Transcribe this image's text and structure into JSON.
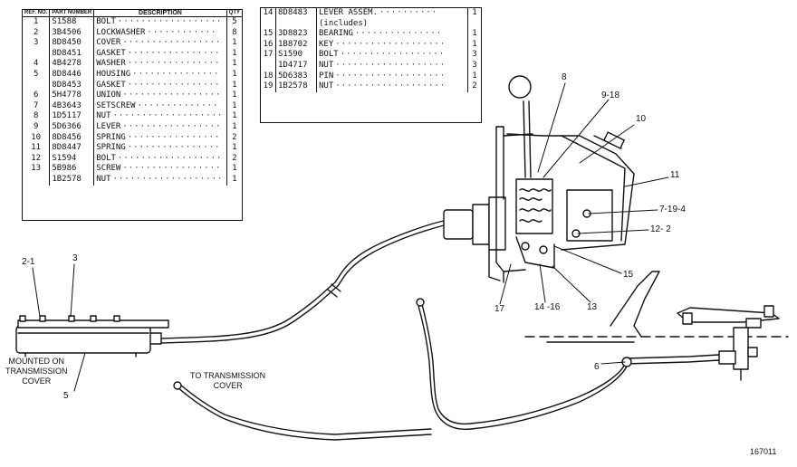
{
  "left_table": {
    "headers": [
      "REF. NO.",
      "PART NUMBER",
      "DESCRIPTION",
      "QTY"
    ],
    "rows": [
      {
        "ref": "1",
        "part": "S1588",
        "desc": "BOLT",
        "qty": "5"
      },
      {
        "ref": "2",
        "part": "3B4506",
        "desc": "LOCKWASHER",
        "qty": "8"
      },
      {
        "ref": "3",
        "part": "8D8450",
        "desc": "COVER",
        "qty": "1"
      },
      {
        "ref": "",
        "part": "8D8451",
        "desc": "GASKET",
        "qty": "1"
      },
      {
        "ref": "4",
        "part": "4B4278",
        "desc": "WASHER",
        "qty": "1"
      },
      {
        "ref": "5",
        "part": "8D8446",
        "desc": "HOUSING",
        "qty": "1"
      },
      {
        "ref": "",
        "part": "8D8453",
        "desc": "GASKET",
        "qty": "1"
      },
      {
        "ref": "6",
        "part": "5H4778",
        "desc": "UNION",
        "qty": "1"
      },
      {
        "ref": "7",
        "part": "4B3643",
        "desc": "SETSCREW",
        "qty": "1"
      },
      {
        "ref": "8",
        "part": "1D5117",
        "desc": "NUT",
        "qty": "1"
      },
      {
        "ref": "9",
        "part": "5D6366",
        "desc": "LEVER",
        "qty": "1"
      },
      {
        "ref": "10",
        "part": "8D8456",
        "desc": "SPRING",
        "qty": "2"
      },
      {
        "ref": "11",
        "part": "8D8447",
        "desc": "SPRING",
        "qty": "1"
      },
      {
        "ref": "12",
        "part": "S1594",
        "desc": "BOLT",
        "qty": "2"
      },
      {
        "ref": "13",
        "part": "5B986",
        "desc": "SCREW",
        "qty": "1"
      },
      {
        "ref": "",
        "part": "1B2578",
        "desc": "NUT",
        "qty": "1"
      }
    ]
  },
  "right_table": {
    "rows": [
      {
        "ref": "14",
        "part": "8D8483",
        "desc": "LEVER ASSEM.",
        "qty": "1"
      },
      {
        "ref": "",
        "part": "",
        "desc": "(includes)",
        "qty": ""
      },
      {
        "ref": "15",
        "part": "3D8823",
        "desc": "BEARING",
        "qty": "1"
      },
      {
        "ref": "16",
        "part": "1B8702",
        "desc": "KEY",
        "qty": "1"
      },
      {
        "ref": "17",
        "part": "S1590",
        "desc": "BOLT",
        "qty": "3"
      },
      {
        "ref": "",
        "part": "1D4717",
        "desc": "NUT",
        "qty": "3"
      },
      {
        "ref": "18",
        "part": "5D6383",
        "desc": "PIN",
        "qty": "1"
      },
      {
        "ref": "19",
        "part": "1B2578",
        "desc": "NUT",
        "qty": "2"
      }
    ]
  },
  "callouts": {
    "c2_1": "2-1",
    "c3": "3",
    "c5": "5",
    "c6": "6",
    "c8": "8",
    "c9_18": "9-18",
    "c10": "10",
    "c11": "11",
    "c7_19_4": "7-19-4",
    "c12_2": "12- 2",
    "c15": "15",
    "c13": "13",
    "c14_16": "14 -16",
    "c17": "17"
  },
  "captions": {
    "mounted": "MOUNTED ON\nTRANSMISSION\nCOVER",
    "to_transmission": "TO TRANSMISSION\nCOVER"
  },
  "figure_number": "167011"
}
